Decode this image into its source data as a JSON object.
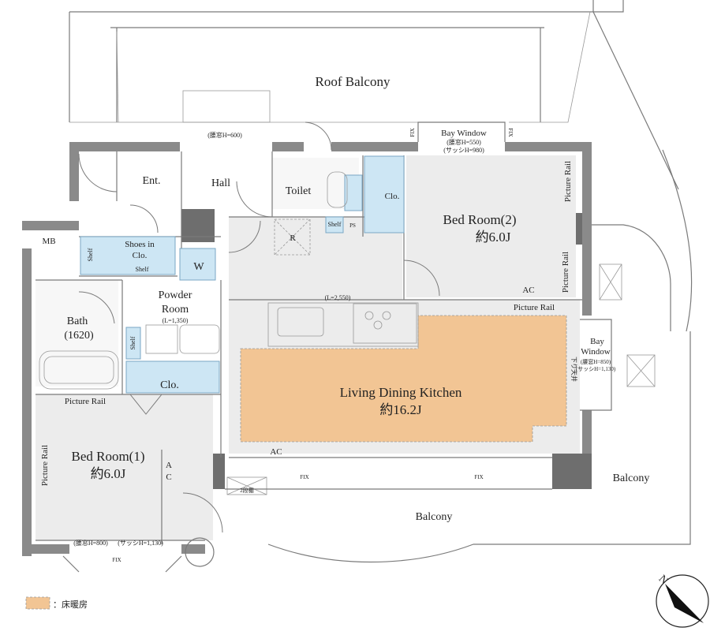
{
  "rooms": {
    "roof_balcony": "Roof Balcony",
    "bay_window_top": "Bay Window",
    "bay_window_top_note1": "(腰窓H=550)",
    "bay_window_top_note2": "(サッシH=980)",
    "window_note_top": "(腰窓H=600)",
    "entrance": "Ent.",
    "hall": "Hall",
    "toilet": "Toilet",
    "closet_top": "Clo.",
    "bedroom2": "Bed Room(2)",
    "bedroom2_size": "約6.0J",
    "mb": "MB",
    "shoes_in": "Shoes in",
    "shoes_clo": "Clo.",
    "shelf_a": "Shelf",
    "shelf_b": "Shelf",
    "shelf_c": "Shelf",
    "shelf_d": "Shelf",
    "washer": "W",
    "refrigerator": "R",
    "ps": "PS",
    "powder_room1": "Powder",
    "powder_room2": "Room",
    "powder_note": "(L=1,350)",
    "bath": "Bath",
    "bath_size": "(1620)",
    "closet_mid": "Clo.",
    "kitchen_note": "(L=2,550)",
    "picture_rail_1": "Picture Rail",
    "picture_rail_2": "Picture Rail",
    "picture_rail_3": "Picture Rail",
    "picture_rail_4": "Picture Rail",
    "picture_rail_5": "Picture Rail",
    "ac_1": "AC",
    "ac_2": "AC",
    "ac_3": "A",
    "ac_3b": "C",
    "ldk": "Living Dining Kitchen",
    "ldk_size": "約16.2J",
    "bay_window_right": "Bay",
    "bay_window_right2": "Window",
    "bay_window_right_note1": "(腰窓H=850)",
    "bay_window_right_note2": "(サッシH=1,130)",
    "ceiling_note": "下り天井",
    "bedroom1": "Bed Room(1)",
    "bedroom1_size": "約6.0J",
    "balcony_center": "Balcony",
    "balcony_right": "Balcony",
    "fix_1": "FIX",
    "fix_2": "FIX",
    "fix_3": "FIX",
    "fix_4": "FIX",
    "fix_5": "FIX",
    "storage_2": "2段棚",
    "window_note_bottom1": "(腰窓H=800)",
    "window_note_bottom2": "(サッシH=1,130)"
  },
  "legend": {
    "floor_heating": "：床暖房",
    "swatch_color": "#f2c594"
  },
  "compass": {
    "label": "N"
  }
}
